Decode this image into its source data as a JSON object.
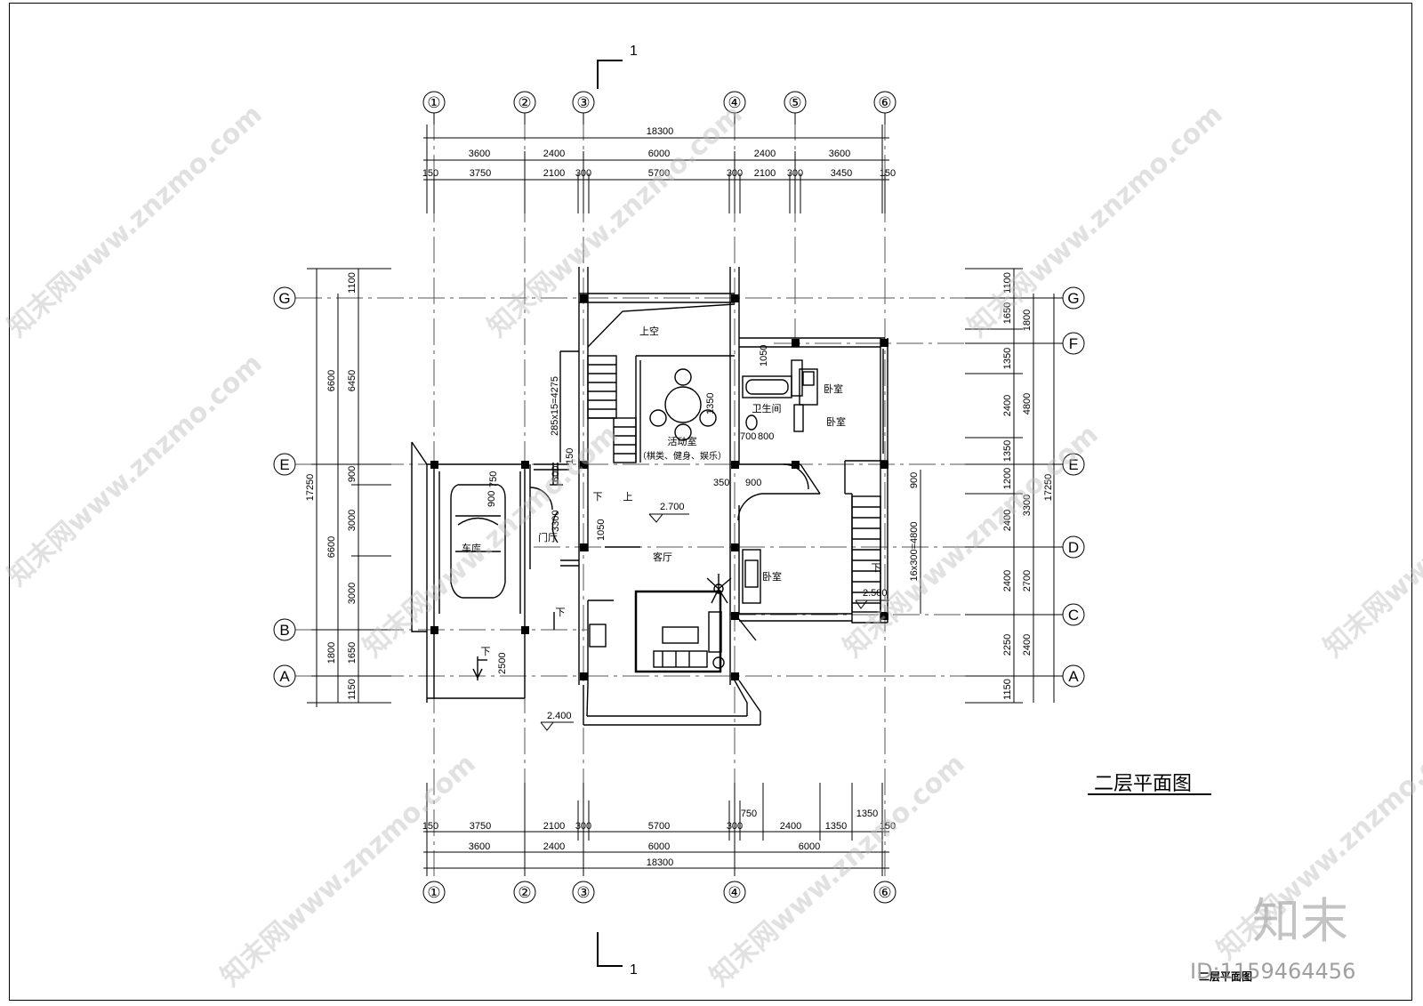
{
  "title": "二层平面图",
  "stamp_title": "二层平面图",
  "watermark_id": "ID:1159464456",
  "watermark_logo": "知末",
  "watermark_site": "知末网www.znzmo.com",
  "section_mark": "1",
  "axes": {
    "top": [
      "①",
      "②",
      "③",
      "④",
      "⑤",
      "⑥"
    ],
    "bottom": [
      "①",
      "②",
      "③",
      "④",
      "⑥"
    ],
    "left": [
      "G",
      "E",
      "B",
      "A"
    ],
    "right": [
      "G",
      "F",
      "E",
      "D",
      "C",
      "A"
    ]
  },
  "top_dims": {
    "total": "18300",
    "row1": [
      "3600",
      "2400",
      "6000",
      "2400",
      "3600"
    ],
    "row2": [
      "150",
      "3750",
      "2100",
      "300",
      "5700",
      "300",
      "2100",
      "300",
      "3450",
      "150"
    ]
  },
  "bottom_dims": {
    "total": "18300",
    "row1": [
      "3600",
      "2400",
      "6000",
      "6000"
    ],
    "row2": [
      "150",
      "3750",
      "2100",
      "300",
      "5700",
      "300",
      "750",
      "2400",
      "1350",
      "1350",
      "150"
    ]
  },
  "left_dims": {
    "total": "17250",
    "outer": [
      "6600",
      "6600",
      "1800",
      "1150"
    ],
    "mid": [
      "6450",
      "3000",
      "3000",
      "1650"
    ],
    "inner": [
      "1100",
      "900"
    ]
  },
  "right_dims": {
    "total": "17250",
    "outer": [
      "1800",
      "4800",
      "3300",
      "2700",
      "2400"
    ],
    "inner": [
      "1100",
      "1650",
      "1350",
      "2400",
      "1350",
      "1200",
      "2400",
      "2400",
      "2250",
      "1150"
    ]
  },
  "rooms": {
    "void": "上空",
    "activity": "活动室",
    "activity_sub": "（棋类、健身、娱乐）",
    "bathroom": "卫生间",
    "bedroom1": "卧室",
    "bedroom2": "卧室",
    "bedroom3": "卧室",
    "garage": "车库",
    "foyer": "门厅",
    "living": "客厅",
    "down": "下",
    "up": "上"
  },
  "notes": {
    "stair": "285x15=4275",
    "stair2": "16x300=4800",
    "level_270": "2.700",
    "level_250": "2.500",
    "level_240": "2.400",
    "d350": "350",
    "d900": "900",
    "d700": "700",
    "d800": "800",
    "d1050": "1050",
    "d1050b": "1050",
    "d3300": "3300",
    "d750": "750",
    "d600": "600",
    "d150": "150",
    "d900b": "900",
    "d2500": "2500",
    "d1350": "1350",
    "d900c": "900"
  }
}
